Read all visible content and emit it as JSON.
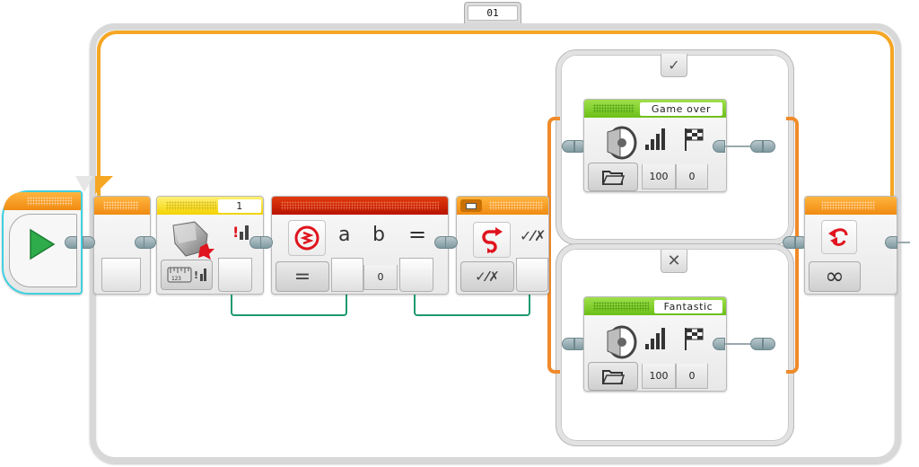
{
  "program": {
    "loop": {
      "name": "01",
      "mode_icon": "infinity-icon",
      "mode_symbol": "∞",
      "end_icon": "loop-interrupt-icon",
      "accent_color": "#f5a623"
    },
    "start_block": {
      "icon": "play-icon",
      "color": "#2eab4a"
    },
    "button_sensor_block": {
      "port": "1",
      "icon": "touch-sensor-icon",
      "mode_icon": "measure-state-icon",
      "output_icon": "bumped-count-icon",
      "header_color": "#f4d200"
    },
    "compare_block": {
      "icon": "compare-icon",
      "mode_symbol": "=",
      "params": [
        {
          "label": "a",
          "value": ""
        },
        {
          "label": "b",
          "value": "0"
        }
      ],
      "result_label": "=",
      "header_color": "#c41a00"
    },
    "switch_block": {
      "icon": "switch-icon",
      "mode_icon": "logic-icon",
      "mode_symbol": "✓⁄✗",
      "input_label": "✓⁄✗",
      "header_color": "#f08a12",
      "cases": [
        {
          "tab_symbol": "✓",
          "sound_block": {
            "file_name": "Game over",
            "mode_icon": "folder-icon",
            "volume": "100",
            "play_type": "0"
          }
        },
        {
          "tab_symbol": "✕",
          "sound_block": {
            "file_name": "Fantastic",
            "mode_icon": "folder-icon",
            "volume": "100",
            "play_type": "0"
          }
        }
      ]
    }
  }
}
